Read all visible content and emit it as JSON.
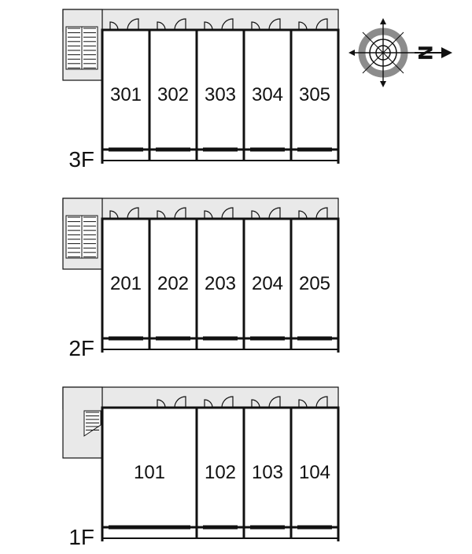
{
  "floors": [
    {
      "label": "3F",
      "stair": "straight",
      "units": [
        {
          "number": "301",
          "doors": 2
        },
        {
          "number": "302",
          "doors": 2
        },
        {
          "number": "303",
          "doors": 2
        },
        {
          "number": "304",
          "doors": 2
        },
        {
          "number": "305",
          "doors": 2
        }
      ]
    },
    {
      "label": "2F",
      "stair": "straight",
      "units": [
        {
          "number": "201",
          "doors": 2
        },
        {
          "number": "202",
          "doors": 2
        },
        {
          "number": "203",
          "doors": 2
        },
        {
          "number": "204",
          "doors": 2
        },
        {
          "number": "205",
          "doors": 2
        }
      ]
    },
    {
      "label": "1F",
      "stair": "angled",
      "units": [
        {
          "number": "101",
          "doors": 2,
          "span": 2
        },
        {
          "number": "102",
          "doors": 2
        },
        {
          "number": "103",
          "doors": 2
        },
        {
          "number": "104",
          "doors": 2
        }
      ]
    }
  ],
  "compass": {
    "label": "N",
    "icon": "compass-rose-icon"
  },
  "colors": {
    "line": "#111111",
    "corridor": "#e9e9e9",
    "compass_ring": "#8c8c8c"
  }
}
